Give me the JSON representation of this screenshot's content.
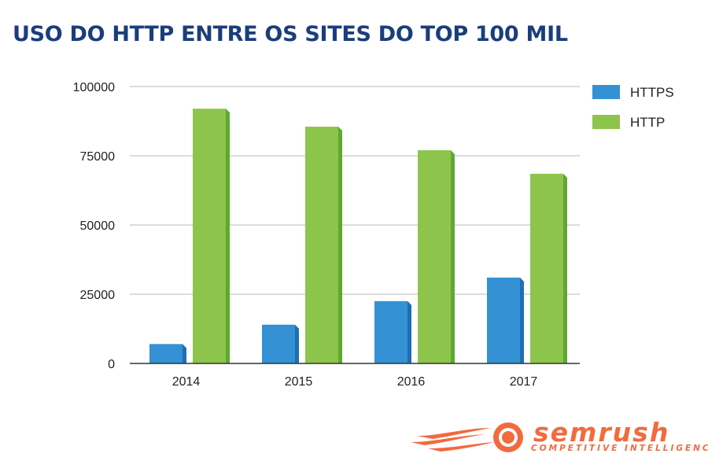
{
  "title": "USO DO HTTP ENTRE OS SITES DO TOP 100 MIL",
  "chart_data": {
    "type": "bar",
    "categories": [
      "2014",
      "2015",
      "2016",
      "2017"
    ],
    "series": [
      {
        "name": "HTTPS",
        "values": [
          7000,
          14000,
          22500,
          31000
        ],
        "color": "#3391d4",
        "side_color": "#1f6eb5"
      },
      {
        "name": "HTTP",
        "values": [
          92000,
          85500,
          77000,
          68500
        ],
        "color": "#8dc54c",
        "side_color": "#5fa832"
      }
    ],
    "yticks": [
      0,
      25000,
      50000,
      75000,
      100000
    ],
    "ylim": [
      0,
      100000
    ],
    "grid": true,
    "legend_position": "top-right"
  },
  "logo": {
    "name": "semrush",
    "tagline": "COMPETITIVE INTELLIGENCE",
    "color": "#f26a3d"
  }
}
